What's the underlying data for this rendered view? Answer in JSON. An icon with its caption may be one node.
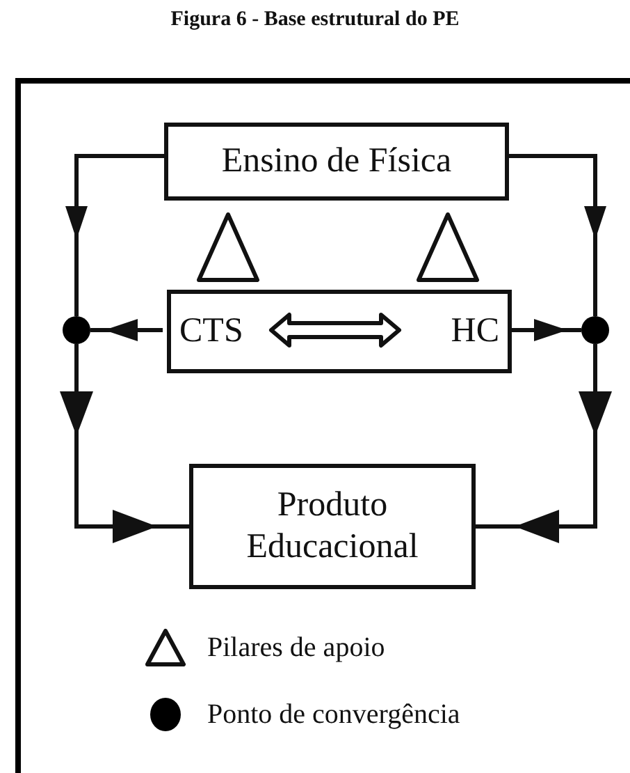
{
  "diagram": {
    "title": "Figura 6 - Base estrutural do PE",
    "nodes": [
      {
        "text": [
          "Ensino de Física"
        ]
      },
      {
        "text": [],
        "shape": "box"
      },
      {
        "text": [
          "CTS"
        ],
        "in": 1
      },
      {
        "text": [
          "HC"
        ],
        "in": 1
      },
      {
        "text": [],
        "shape": "circle"
      },
      {
        "text": [],
        "shape": "circle"
      },
      {
        "text": [
          "Produto Educacional"
        ]
      }
    ],
    "edges": [
      {
        "from": 0,
        "to": 4,
        "arrow": "to"
      },
      {
        "from": 0,
        "to": 5,
        "arrow": "to"
      },
      {
        "from": 2,
        "to": 4,
        "arrow": "to"
      },
      {
        "from": 3,
        "to": 5,
        "arrow": "to"
      },
      {
        "from": 2,
        "to": 3,
        "arrow": "both"
      },
      {
        "from": 4,
        "to": 6,
        "arrow": "to"
      },
      {
        "from": 5,
        "to": 6,
        "arrow": "to"
      }
    ],
    "legend": [
      {
        "text": "Pilares de apoio"
      },
      {
        "text": "Ponto de convergência"
      }
    ]
  }
}
